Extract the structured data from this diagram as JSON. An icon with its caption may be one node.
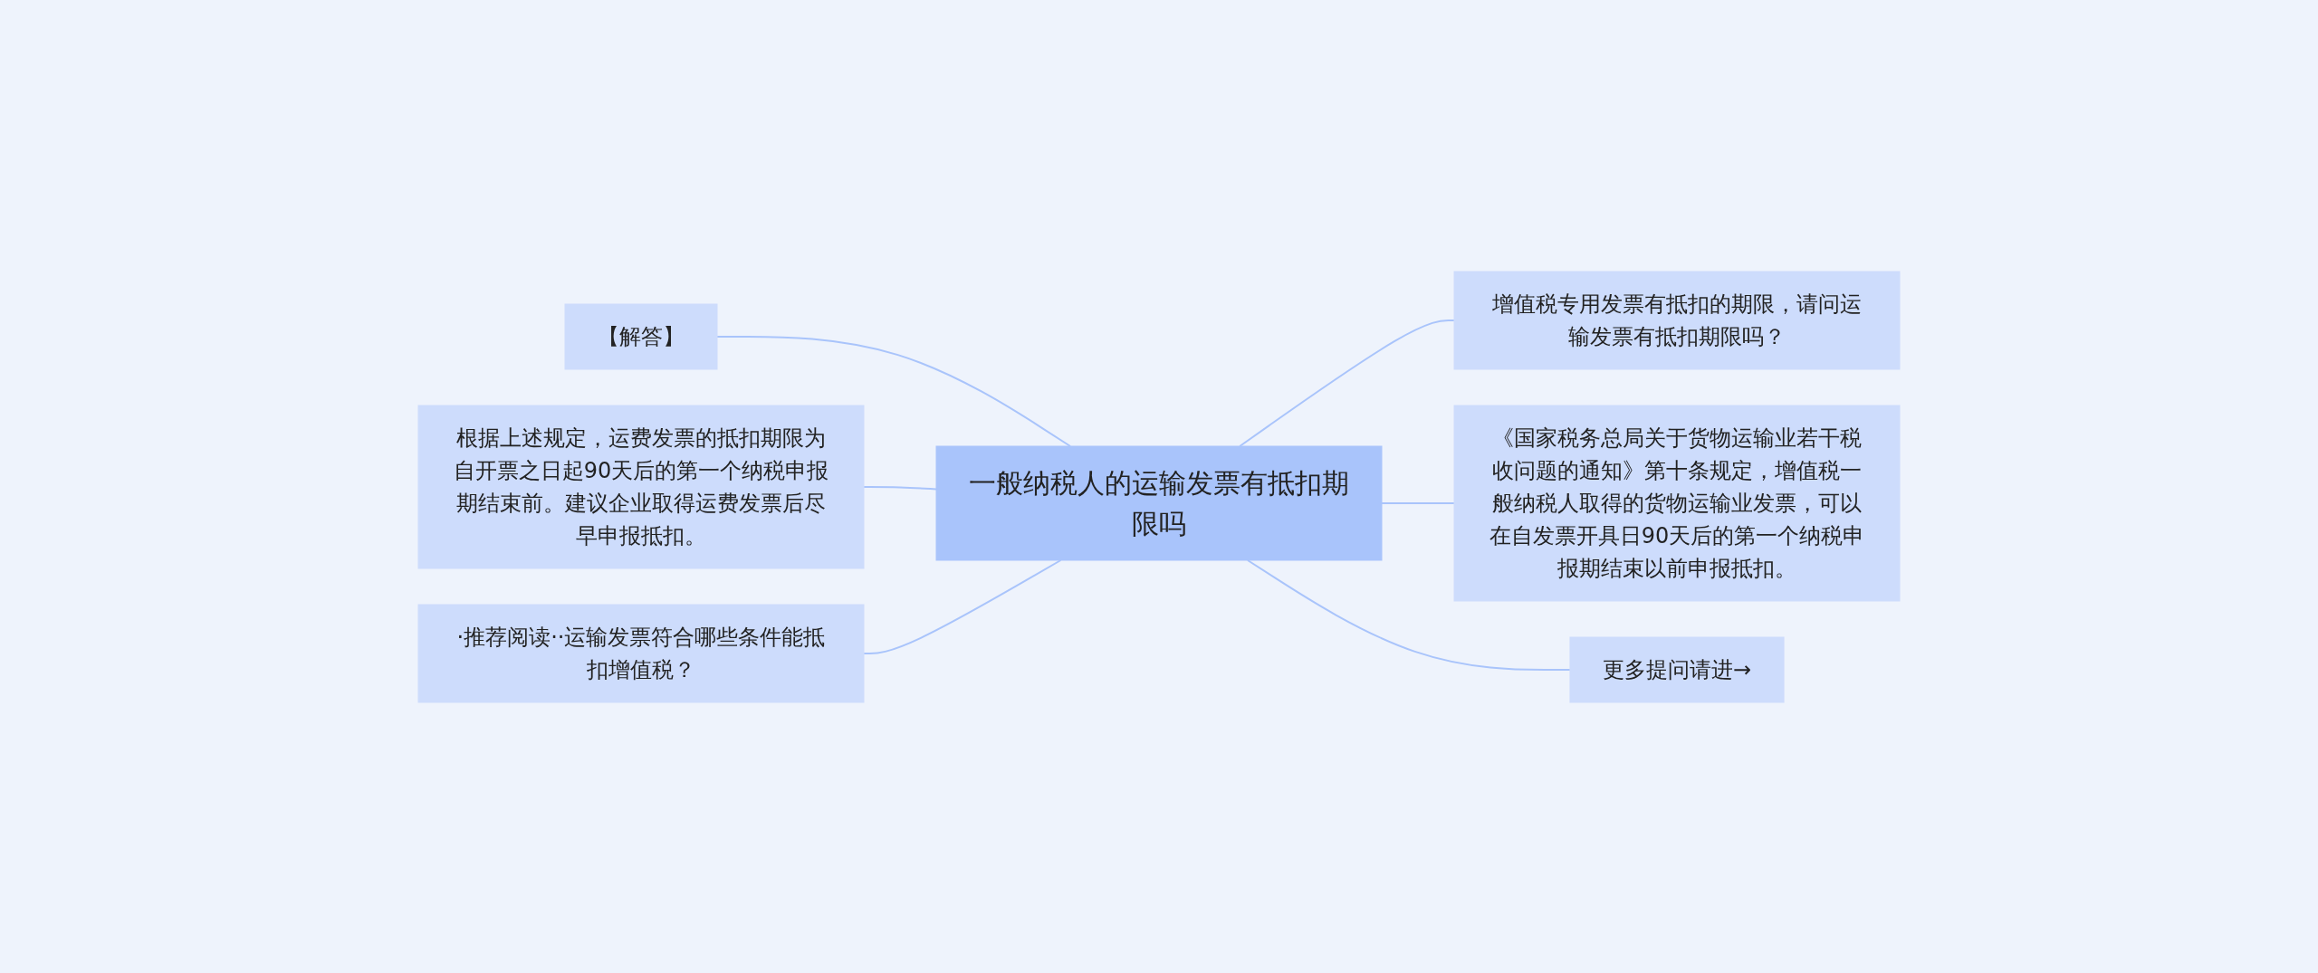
{
  "diagram": {
    "nodes": [
      {
        "text": [
          "一般纳税人的运输发票有抵扣期限吗"
        ]
      },
      {
        "text": [
          "【解答】"
        ]
      },
      {
        "text": [
          "根据上述规定，运费发票的抵扣期限为自开票之日起90天后的第一个纳税申报期结束前。建议企业取得运费发票后尽早申报抵扣。"
        ]
      },
      {
        "text": [
          "·推荐阅读··运输发票符合哪些条件能抵扣增值税？"
        ]
      },
      {
        "text": [
          "增值税专用发票有抵扣的期限，请问运输发票有抵扣期限吗？"
        ]
      },
      {
        "text": [
          "《国家税务总局关于货物运输业若干税收问题的通知》第十条规定，增值税一般纳税人取得的货物运输业发票，可以在自发票开具日90天后的第一个纳税申报期结束以前申报抵扣。"
        ]
      },
      {
        "text": [
          "更多提问请进→"
        ]
      }
    ],
    "edges": [
      {
        "from": 1,
        "to": 0,
        "arrow": "none"
      },
      {
        "from": 2,
        "to": 0,
        "arrow": "none"
      },
      {
        "from": 3,
        "to": 0,
        "arrow": "none"
      },
      {
        "from": 0,
        "to": 4,
        "arrow": "none"
      },
      {
        "from": 0,
        "to": 5,
        "arrow": "none"
      },
      {
        "from": 0,
        "to": 6,
        "arrow": "none"
      }
    ]
  }
}
